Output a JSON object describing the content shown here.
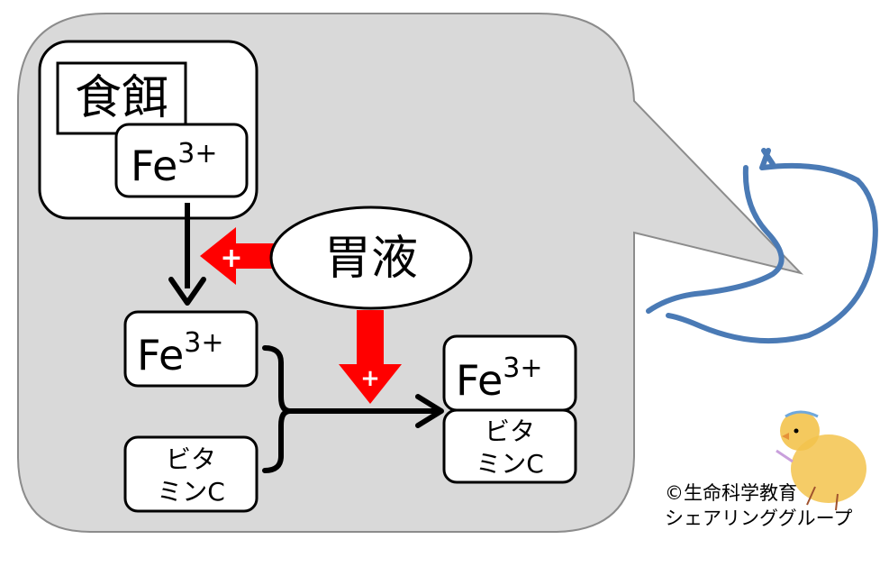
{
  "diagram": {
    "food": {
      "label": "食餌",
      "ion_base": "Fe",
      "ion_charge": "3+"
    },
    "gastric_juice": {
      "label": "胃液",
      "sign_left": "+",
      "sign_down": "+"
    },
    "iron": {
      "base": "Fe",
      "charge": "3+"
    },
    "vitamin_c": {
      "line1": "ビタ",
      "line2": "ミンC"
    },
    "product": {
      "base": "Fe",
      "charge": "3+",
      "vc_line1": "ビタ",
      "vc_line2": "ミンC"
    }
  },
  "credit": {
    "line1": "©生命科学教育",
    "line2": "シェアリンググループ"
  },
  "colors": {
    "panel": "#d9d9d9",
    "stroke": "#000000",
    "red": "#ff0000",
    "stomach": "#4a7ab5",
    "chick": "#f3c34c"
  },
  "icons": {
    "stomach": "stomach-outline-icon",
    "chick": "chick-drawing-icon"
  }
}
